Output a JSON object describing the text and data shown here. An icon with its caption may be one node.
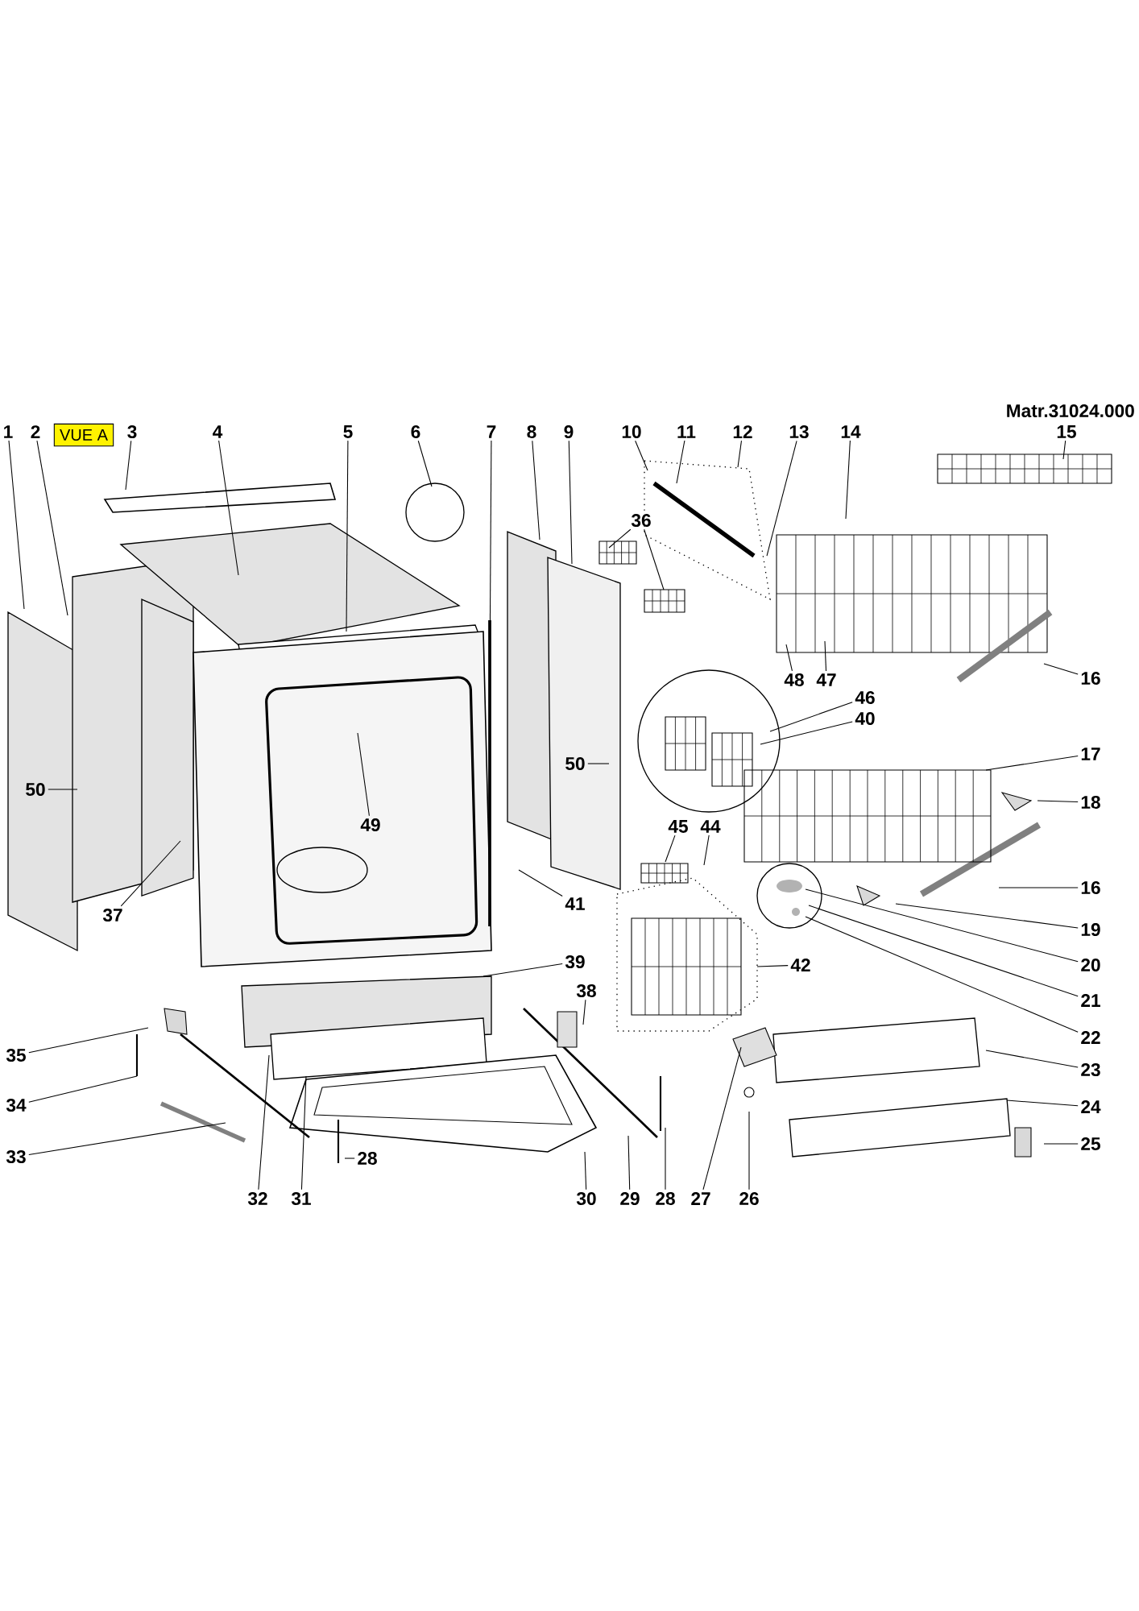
{
  "diagram": {
    "nodes": [
      {
        "text": [
          "1"
        ]
      },
      {
        "text": [
          "2"
        ]
      },
      {
        "text": [
          "VUE A"
        ]
      },
      {
        "text": [
          "3"
        ]
      },
      {
        "text": [
          "4"
        ]
      },
      {
        "text": [
          "5"
        ]
      },
      {
        "text": [
          "6"
        ]
      },
      {
        "text": [
          "7"
        ]
      },
      {
        "text": [
          "8"
        ]
      },
      {
        "text": [
          "9"
        ]
      },
      {
        "text": [
          "10"
        ]
      },
      {
        "text": [
          "11"
        ]
      },
      {
        "text": [
          "12"
        ]
      },
      {
        "text": [
          "13"
        ]
      },
      {
        "text": [
          "14"
        ]
      },
      {
        "text": [
          "15"
        ]
      },
      {
        "text": [
          "36"
        ]
      },
      {
        "text": [
          "48"
        ]
      },
      {
        "text": [
          "47"
        ]
      },
      {
        "text": [
          "16"
        ]
      },
      {
        "text": [
          "46"
        ]
      },
      {
        "text": [
          "40"
        ]
      },
      {
        "text": [
          "17"
        ]
      },
      {
        "text": [
          "50"
        ]
      },
      {
        "text": [
          "50"
        ]
      },
      {
        "text": [
          "18"
        ]
      },
      {
        "text": [
          "49"
        ]
      },
      {
        "text": [
          "45"
        ]
      },
      {
        "text": [
          "44"
        ]
      },
      {
        "text": [
          "16"
        ]
      },
      {
        "text": [
          "41"
        ]
      },
      {
        "text": [
          "37"
        ]
      },
      {
        "text": [
          "19"
        ]
      },
      {
        "text": [
          "39"
        ]
      },
      {
        "text": [
          "42"
        ]
      },
      {
        "text": [
          "20"
        ]
      },
      {
        "text": [
          "38"
        ]
      },
      {
        "text": [
          "21"
        ]
      },
      {
        "text": [
          "22"
        ]
      },
      {
        "text": [
          "35"
        ]
      },
      {
        "text": [
          "23"
        ]
      },
      {
        "text": [
          "34"
        ]
      },
      {
        "text": [
          "24"
        ]
      },
      {
        "text": [
          "25"
        ]
      },
      {
        "text": [
          "33"
        ]
      },
      {
        "text": [
          "28"
        ]
      },
      {
        "text": [
          "32"
        ]
      },
      {
        "text": [
          "31"
        ]
      },
      {
        "text": [
          "30"
        ]
      },
      {
        "text": [
          "29"
        ]
      },
      {
        "text": [
          "28"
        ]
      },
      {
        "text": [
          "27"
        ]
      },
      {
        "text": [
          "26"
        ]
      }
    ],
    "edges": [
      {
        "from": 0,
        "to": null,
        "arrow": "none"
      },
      {
        "from": 1,
        "to": null,
        "arrow": "none"
      },
      {
        "from": 3,
        "to": null,
        "arrow": "none"
      },
      {
        "from": 4,
        "to": null,
        "arrow": "none"
      },
      {
        "from": 5,
        "to": null,
        "arrow": "none"
      },
      {
        "from": 6,
        "to": null,
        "arrow": "none"
      },
      {
        "from": 7,
        "to": null,
        "arrow": "none"
      },
      {
        "from": 8,
        "to": null,
        "arrow": "none"
      },
      {
        "from": 9,
        "to": null,
        "arrow": "none"
      },
      {
        "from": 10,
        "to": null,
        "arrow": "none"
      },
      {
        "from": 11,
        "to": null,
        "arrow": "none"
      },
      {
        "from": 12,
        "to": null,
        "arrow": "none"
      },
      {
        "from": 13,
        "to": null,
        "arrow": "none"
      },
      {
        "from": 14,
        "to": null,
        "arrow": "none"
      },
      {
        "from": 15,
        "to": null,
        "arrow": "none"
      },
      {
        "from": 16,
        "to": null,
        "arrow": "none"
      },
      {
        "from": 16,
        "to": null,
        "arrow": "none"
      },
      {
        "from": 17,
        "to": null,
        "arrow": "none"
      },
      {
        "from": 18,
        "to": null,
        "arrow": "none"
      },
      {
        "from": 19,
        "to": null,
        "arrow": "none"
      },
      {
        "from": 20,
        "to": null,
        "arrow": "none"
      },
      {
        "from": 21,
        "to": null,
        "arrow": "none"
      },
      {
        "from": 22,
        "to": null,
        "arrow": "none"
      },
      {
        "from": 23,
        "to": null,
        "arrow": "none"
      },
      {
        "from": 24,
        "to": null,
        "arrow": "none"
      },
      {
        "from": 25,
        "to": null,
        "arrow": "none"
      },
      {
        "from": 26,
        "to": null,
        "arrow": "none"
      },
      {
        "from": 27,
        "to": null,
        "arrow": "none"
      },
      {
        "from": 28,
        "to": null,
        "arrow": "none"
      },
      {
        "from": 29,
        "to": null,
        "arrow": "none"
      },
      {
        "from": 30,
        "to": null,
        "arrow": "none"
      },
      {
        "from": 31,
        "to": null,
        "arrow": "none"
      },
      {
        "from": 32,
        "to": null,
        "arrow": "none"
      },
      {
        "from": 33,
        "to": null,
        "arrow": "none"
      },
      {
        "from": 34,
        "to": null,
        "arrow": "none"
      },
      {
        "from": 35,
        "to": null,
        "arrow": "none"
      },
      {
        "from": 36,
        "to": null,
        "arrow": "none"
      },
      {
        "from": 37,
        "to": null,
        "arrow": "none"
      },
      {
        "from": 38,
        "to": null,
        "arrow": "none"
      },
      {
        "from": 39,
        "to": null,
        "arrow": "none"
      },
      {
        "from": 40,
        "to": null,
        "arrow": "none"
      },
      {
        "from": 41,
        "to": null,
        "arrow": "none"
      },
      {
        "from": 42,
        "to": null,
        "arrow": "none"
      },
      {
        "from": 43,
        "to": null,
        "arrow": "none"
      },
      {
        "from": 44,
        "to": null,
        "arrow": "none"
      },
      {
        "from": 45,
        "to": null,
        "arrow": "none"
      },
      {
        "from": 46,
        "to": null,
        "arrow": "none"
      },
      {
        "from": 47,
        "to": null,
        "arrow": "none"
      },
      {
        "from": 48,
        "to": null,
        "arrow": "none"
      },
      {
        "from": 49,
        "to": null,
        "arrow": "none"
      },
      {
        "from": 50,
        "to": null,
        "arrow": "none"
      },
      {
        "from": 51,
        "to": null,
        "arrow": "none"
      },
      {
        "from": 52,
        "to": null,
        "arrow": "none"
      }
    ],
    "labels": [
      "Matr.31024.000"
    ]
  }
}
